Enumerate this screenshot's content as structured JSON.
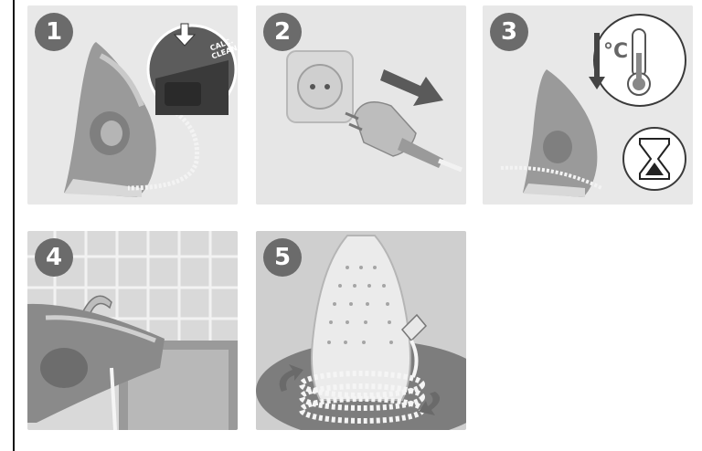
{
  "steps": [
    {
      "number": "1",
      "illustration": "iron-set-to-calc-clean",
      "dial_label": "CALC.\nCLEAN"
    },
    {
      "number": "2",
      "illustration": "unplug-from-socket"
    },
    {
      "number": "3",
      "illustration": "let-iron-cool",
      "temp_label": "°C"
    },
    {
      "number": "4",
      "illustration": "fill-water-tank-at-tap"
    },
    {
      "number": "5",
      "illustration": "store-with-cord-wrapped"
    }
  ],
  "icons": [
    "arrow-down-icon",
    "thermometer-icon",
    "hourglass-icon",
    "rotate-arrow-icon"
  ],
  "colors": {
    "panel_bg": "#e9e9e9",
    "badge": "#6b6b6b",
    "iron_body": "#9c9c9c"
  }
}
